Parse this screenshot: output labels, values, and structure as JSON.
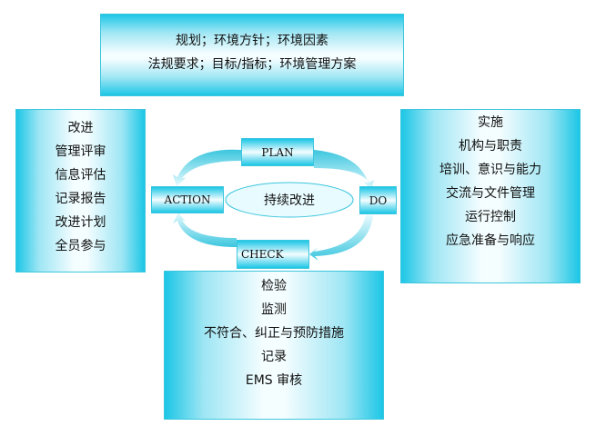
{
  "plan_box": {
    "lines": [
      "规划；环境方针；环境因素",
      "法规要求；目标/指标；环境管理方案"
    ]
  },
  "action_box": {
    "lines": [
      "改进",
      "管理评审",
      "信息评估",
      "记录报告",
      "改进计划",
      "全员参与"
    ]
  },
  "do_box": {
    "lines": [
      "实施",
      "机构与职责",
      "培训、意识与能力",
      "交流与文件管理",
      "运行控制",
      "应急准备与响应"
    ]
  },
  "check_box": {
    "lines": [
      "检验",
      "监测",
      "不符合、纠正与预防措施",
      "记录",
      "EMS 审核"
    ]
  },
  "cycle": {
    "plan": "PLAN",
    "do": "DO",
    "check": "CHECK",
    "action": "ACTION",
    "center": "持续改进"
  },
  "colors": {
    "accent": "#1cc6e6"
  }
}
